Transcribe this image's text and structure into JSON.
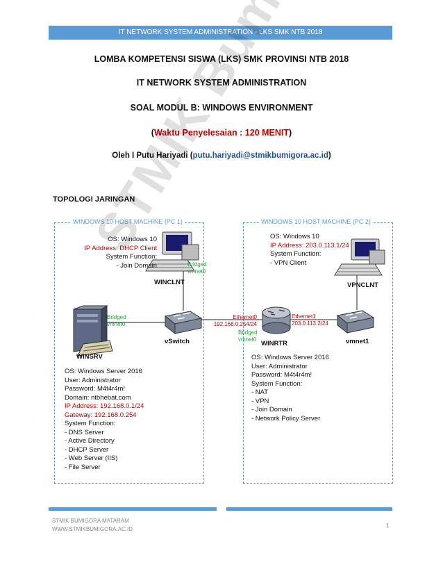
{
  "header": "IT NETWORK SYSTEM ADMINISTRATION - LKS SMK NTB 2018",
  "titles": {
    "line1": "LOMBA KOMPETENSI SISWA (LKS) SMK PROVINSI NTB 2018",
    "line2": "IT NETWORK SYSTEM ADMINISTRATION",
    "line3": "SOAL MODUL B: WINDOWS ENVIRONMENT",
    "time_open": "(",
    "time_text": "Waktu Penyelesaian : 120 MENIT",
    "time_close": ")",
    "author_prefix": "Oleh I Putu Hariyadi (",
    "author_email": "putu.hariyadi@stmikbumigora.ac.id",
    "author_suffix": ")"
  },
  "section_title": "TOPOLOGI JARINGAN",
  "watermark": "STMIK Bumigora",
  "pc1": {
    "label": "WINDOWS 10 HOST MACHINE (PC 1)",
    "winclnt": {
      "os": "OS: Windows 10",
      "ip": "IP Address: DHCP Client",
      "func": "System Function:",
      "f1": "- Join Domain",
      "name": "WINCLNT"
    },
    "bridged_top": [
      "Bridged",
      "vmnet0"
    ],
    "bridged_left": [
      "Bridged",
      "vmnet0"
    ],
    "vswitch": "vSwitch",
    "winsrv": {
      "name": "WINSRV",
      "os": "OS: Windows Server 2016",
      "user": "User: Administrator",
      "pass": "Password: M4t4r4m!",
      "domain": "Domain: ntbhebat.com",
      "ip": "IP Address: 192.168.0.1/24",
      "gw": "Gateway: 192.168.0.254",
      "func": "System Function:",
      "items": [
        "- DNS Server",
        "- Active Directory",
        "- DHCP Server",
        "- Web Server (IIS)",
        "- File Server"
      ]
    }
  },
  "pc2": {
    "label": "WINDOWS 10 HOST MACHINE (PC 2)",
    "vpnclnt": {
      "os": "OS: Windows 10",
      "ip": "IP Address: 203.0.113.1/24",
      "func": "System Function:",
      "f1": "- VPN Client",
      "name": "VPNCLNT"
    },
    "eth0": [
      "Ethernet0",
      "192.168.0.254/24"
    ],
    "eth1": [
      "Ethernet1",
      "203.0.113.2/24"
    ],
    "bridged_router": [
      "Bridged",
      "vmnet0"
    ],
    "winrtr": {
      "name": "WINRTR",
      "os": "OS: Windows Server 2016",
      "user": "User: Administrator",
      "pass": "Password: M4t4r4m!",
      "func": "System Function:",
      "items": [
        "- NAT",
        "- VPN",
        "- Join Domain",
        "- Network Policy Server"
      ]
    },
    "vmnet1": "vmnet1"
  },
  "footer": {
    "line1": "STMIK BUMIGORA MATARAM",
    "line2": "WWW.STMIKBUMIGORA.AC.ID",
    "page": "1"
  },
  "colors": {
    "accent": "#5b9bd5",
    "red": "#c00000",
    "green": "#22a038",
    "link": "#1f4e9c"
  }
}
